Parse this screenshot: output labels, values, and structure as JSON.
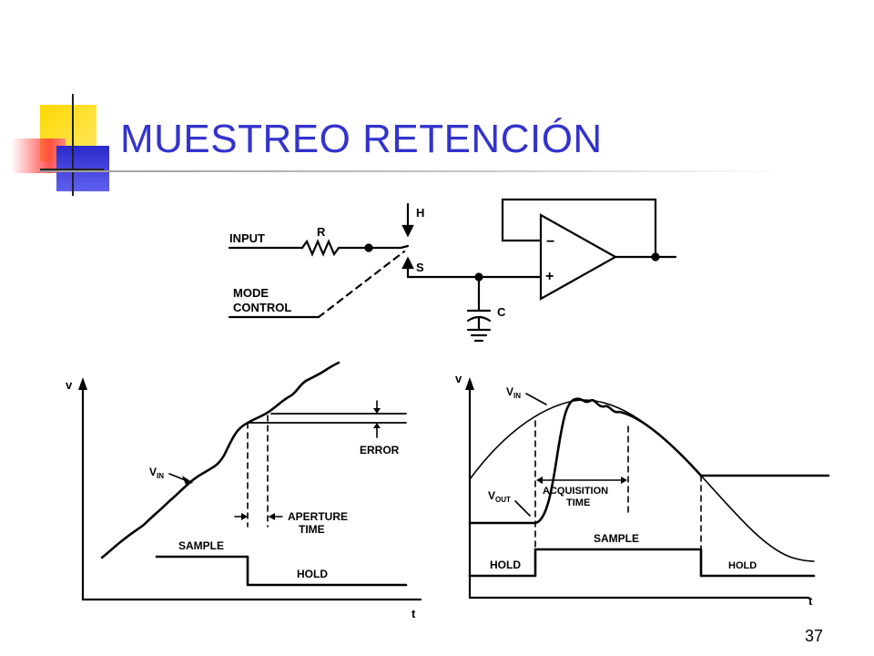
{
  "slide": {
    "title": "MUESTREO RETENCIÓN",
    "page_number": "37",
    "accent_color": "#3333cc"
  },
  "circuit": {
    "input_label": "INPUT",
    "resistor_label": "R",
    "mode_label_1": "MODE",
    "mode_label_2": "CONTROL",
    "hold_terminal": "H",
    "sample_terminal": "S",
    "capacitor_label": "C",
    "minus_sign": "−",
    "plus_sign": "+"
  },
  "graph_left": {
    "y_axis": "v",
    "x_axis": "t",
    "vin_label": "V",
    "vin_sub": "IN",
    "error_label": "ERROR",
    "aperture_label_1": "APERTURE",
    "aperture_label_2": "TIME",
    "sample_label": "SAMPLE",
    "hold_label": "HOLD"
  },
  "graph_right": {
    "y_axis": "v",
    "x_axis": "t",
    "vin_label": "V",
    "vin_sub": "IN",
    "vout_label": "V",
    "vout_sub": "OUT",
    "acq_label_1": "ACQUISITION",
    "acq_label_2": "TIME",
    "sample_label": "SAMPLE",
    "hold_label_left": "HOLD",
    "hold_label_right": "HOLD"
  }
}
